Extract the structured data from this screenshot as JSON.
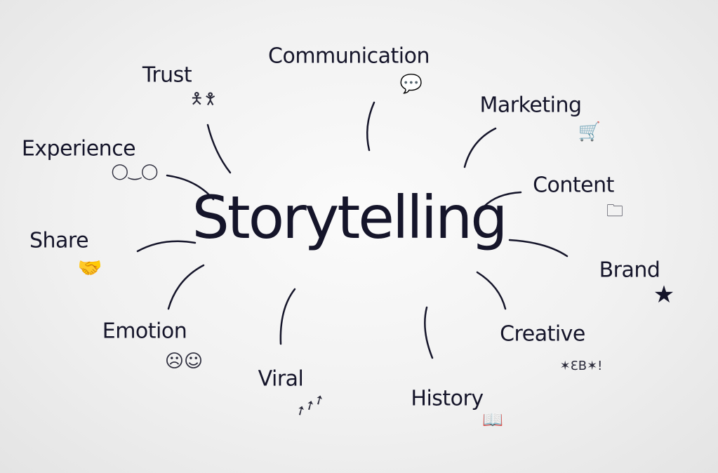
{
  "center": "Storytelling",
  "branches": [
    {
      "label": "Communication",
      "icon": "speech-bubbles-icon"
    },
    {
      "label": "Marketing",
      "icon": "shopping-cart-icon"
    },
    {
      "label": "Content",
      "icon": "folder-icon"
    },
    {
      "label": "Brand",
      "icon": "star-icon"
    },
    {
      "label": "Creative",
      "icon": "sparkle-doodle-icon"
    },
    {
      "label": "History",
      "icon": "book-icon"
    },
    {
      "label": "Viral",
      "icon": "arrows-icon"
    },
    {
      "label": "Emotion",
      "icon": "faces-icon"
    },
    {
      "label": "Share",
      "icon": "handshake-icon"
    },
    {
      "label": "Experience",
      "icon": "glasses-icon"
    },
    {
      "label": "Trust",
      "icon": "people-icon"
    }
  ],
  "colors": {
    "ink": "#15152a",
    "background": "#f1f1f1"
  }
}
